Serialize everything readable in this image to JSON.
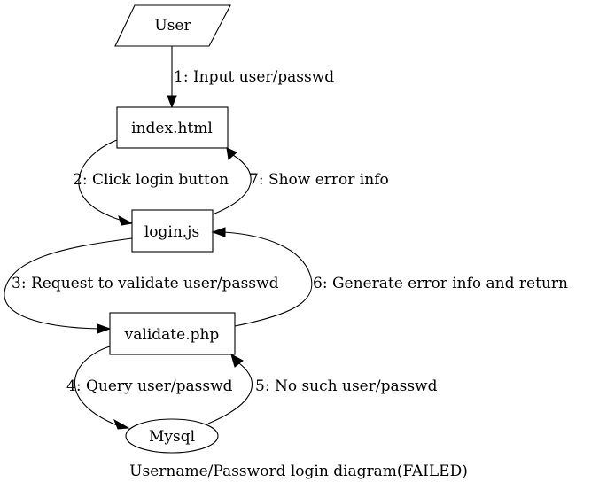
{
  "diagram": {
    "caption": "Username/Password login diagram(FAILED)",
    "nodes": {
      "user": "User",
      "index": "index.html",
      "login": "login.js",
      "validate": "validate.php",
      "mysql": "Mysql"
    },
    "edges": {
      "e1": "1: Input user/passwd",
      "e2": "2: Click login button",
      "e3": "3: Request to validate user/passwd",
      "e4": "4: Query user/passwd",
      "e5": "5: No such user/passwd",
      "e6": "6: Generate error info and return",
      "e7": "7: Show error info"
    }
  }
}
